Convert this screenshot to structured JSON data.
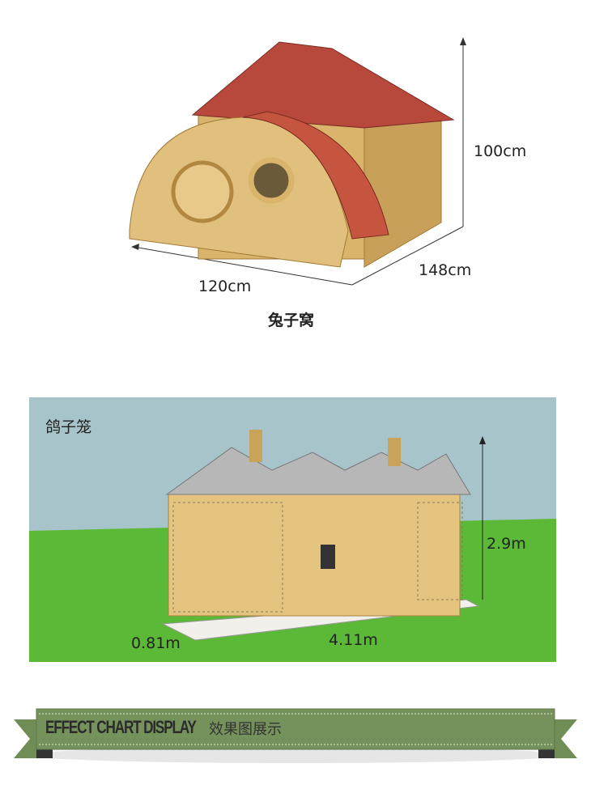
{
  "rabbit_hutch": {
    "title": "兔子窝",
    "height": "100cm",
    "depth": "148cm",
    "width": "120cm"
  },
  "pigeon_cage": {
    "title": "鸽子笼",
    "height": "2.9m",
    "depth": "0.81m",
    "width": "4.11m"
  },
  "banner": {
    "english": "EFFECT CHART DISPLAY",
    "chinese": "效果图展示",
    "color": "#76925c"
  }
}
